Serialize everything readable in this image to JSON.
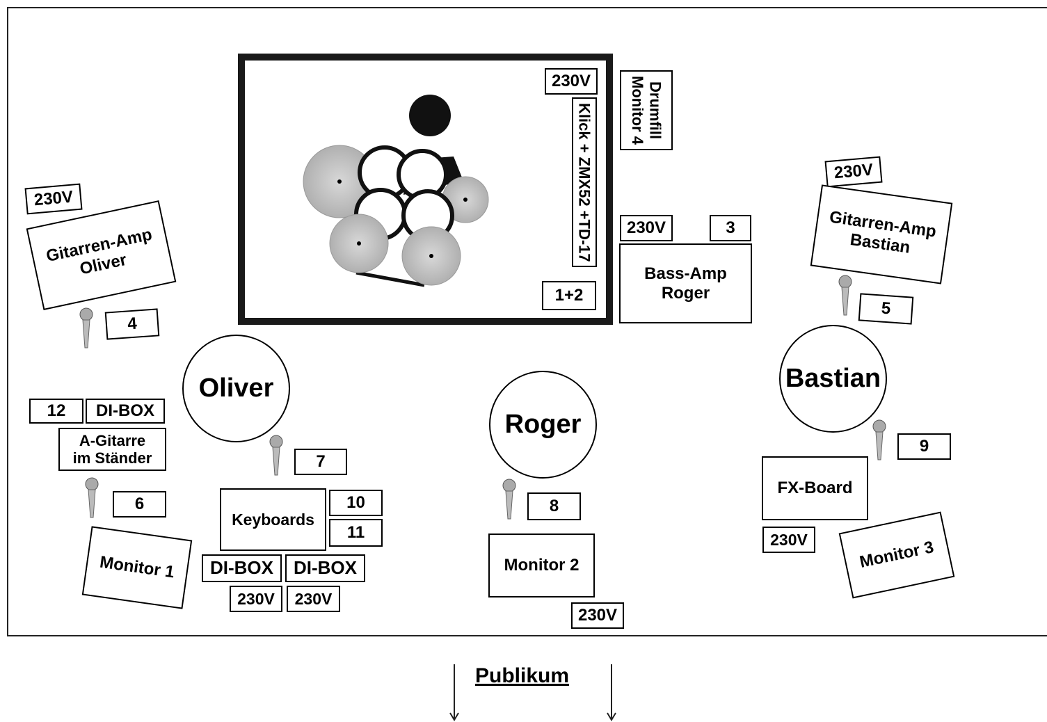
{
  "drums": {
    "power": "230V",
    "channels": "1+2",
    "click": "Klick + ZMX52 +TD-17",
    "drumfill": "Drumfill\nMonitor 4"
  },
  "bass": {
    "power": "230V",
    "channel": "3",
    "amp": "Bass-Amp\nRoger"
  },
  "oliver": {
    "name": "Oliver",
    "amp_power": "230V",
    "amp": "Gitarren-Amp\nOliver",
    "amp_channel": "4",
    "di_channel": "12",
    "di_box": "DI-BOX",
    "acoustic": "A-Gitarre\nim Ständer",
    "acoustic_channel": "6",
    "vocal_channel": "7",
    "monitor": "Monitor 1",
    "keyboards": "Keyboards",
    "kb_channel_a": "10",
    "kb_channel_b": "11",
    "kb_di_a": "DI-BOX",
    "kb_di_b": "DI-BOX",
    "kb_power_a": "230V",
    "kb_power_b": "230V"
  },
  "roger": {
    "name": "Roger",
    "vocal_channel": "8",
    "monitor": "Monitor 2",
    "monitor_power": "230V"
  },
  "bastian": {
    "name": "Bastian",
    "amp_power": "230V",
    "amp": "Gitarren-Amp\nBastian",
    "amp_channel": "5",
    "vocal_channel": "9",
    "fx_board": "FX-Board",
    "fx_power": "230V",
    "monitor": "Monitor 3"
  },
  "audience": {
    "label": "Publikum"
  }
}
